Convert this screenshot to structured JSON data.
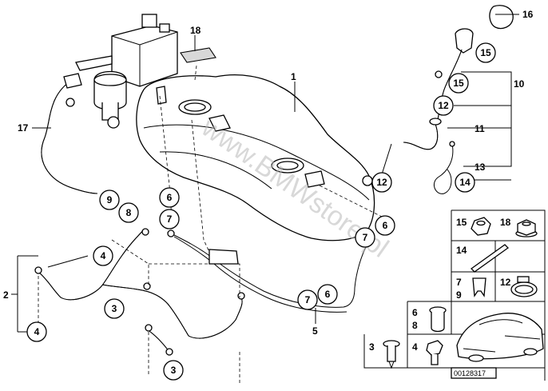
{
  "diagram": {
    "watermark": "www.BMWstore.pl",
    "reference": "00128317",
    "plain_labels": {
      "l1": "1",
      "l2": "2",
      "l5": "5",
      "l10": "10",
      "l11": "11",
      "l13": "13",
      "l14": "14",
      "l16": "16",
      "l17": "17",
      "l18": "18"
    },
    "circle_labels": {
      "c15a": "15",
      "c15b": "15",
      "c12a": "12",
      "c12b": "12",
      "c14": "14",
      "c9": "9",
      "c8": "8",
      "c6a": "6",
      "c7a": "7",
      "c6b": "6",
      "c7b": "7",
      "c7c": "7",
      "c6c": "6",
      "c4a": "4",
      "c4b": "4",
      "c3a": "3",
      "c3b": "3"
    },
    "legend": {
      "p15": "15",
      "p18": "18",
      "p14": "14",
      "p7": "7",
      "p9": "9",
      "p12": "12",
      "p6": "6",
      "p8": "8",
      "p3": "3",
      "p4": "4"
    }
  }
}
